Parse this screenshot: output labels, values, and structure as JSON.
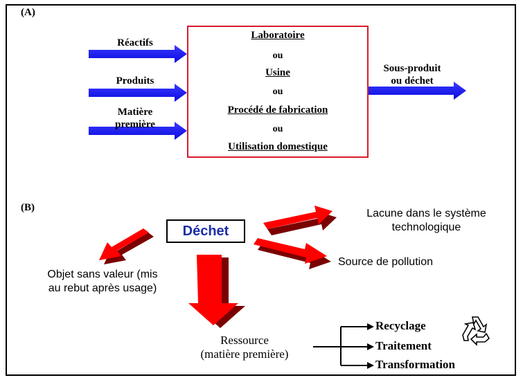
{
  "panel_a": {
    "label": "(A)",
    "inputs": [
      {
        "lines": [
          "Réactifs"
        ]
      },
      {
        "lines": [
          "Produits"
        ]
      },
      {
        "lines": [
          "Matière",
          "première"
        ]
      }
    ],
    "box": {
      "items": [
        "Laboratoire",
        "Usine",
        "Procédé  de fabrication",
        "Utilisation domestique"
      ],
      "separator": "ou"
    },
    "output": {
      "lines": [
        "Sous-produit",
        "ou déchet"
      ]
    }
  },
  "panel_b": {
    "label": "(B)",
    "center": "Déchet",
    "lacune": [
      "Lacune dans le système",
      "technologique"
    ],
    "pollution": "Source de pollution",
    "objet": [
      "Objet sans valeur (mis",
      "au rebut après usage)"
    ],
    "ressource": [
      "Ressource",
      "(matière première)"
    ],
    "outcomes": [
      "Recyclage",
      "Traitement",
      "Transformation"
    ],
    "recycle_icon": "recycle-icon"
  },
  "colors": {
    "blue_arrow": "#1414ff",
    "red_arrow": "#ff0000",
    "box_border": "#d81b2c",
    "dechet_text": "#1a2fa8"
  }
}
